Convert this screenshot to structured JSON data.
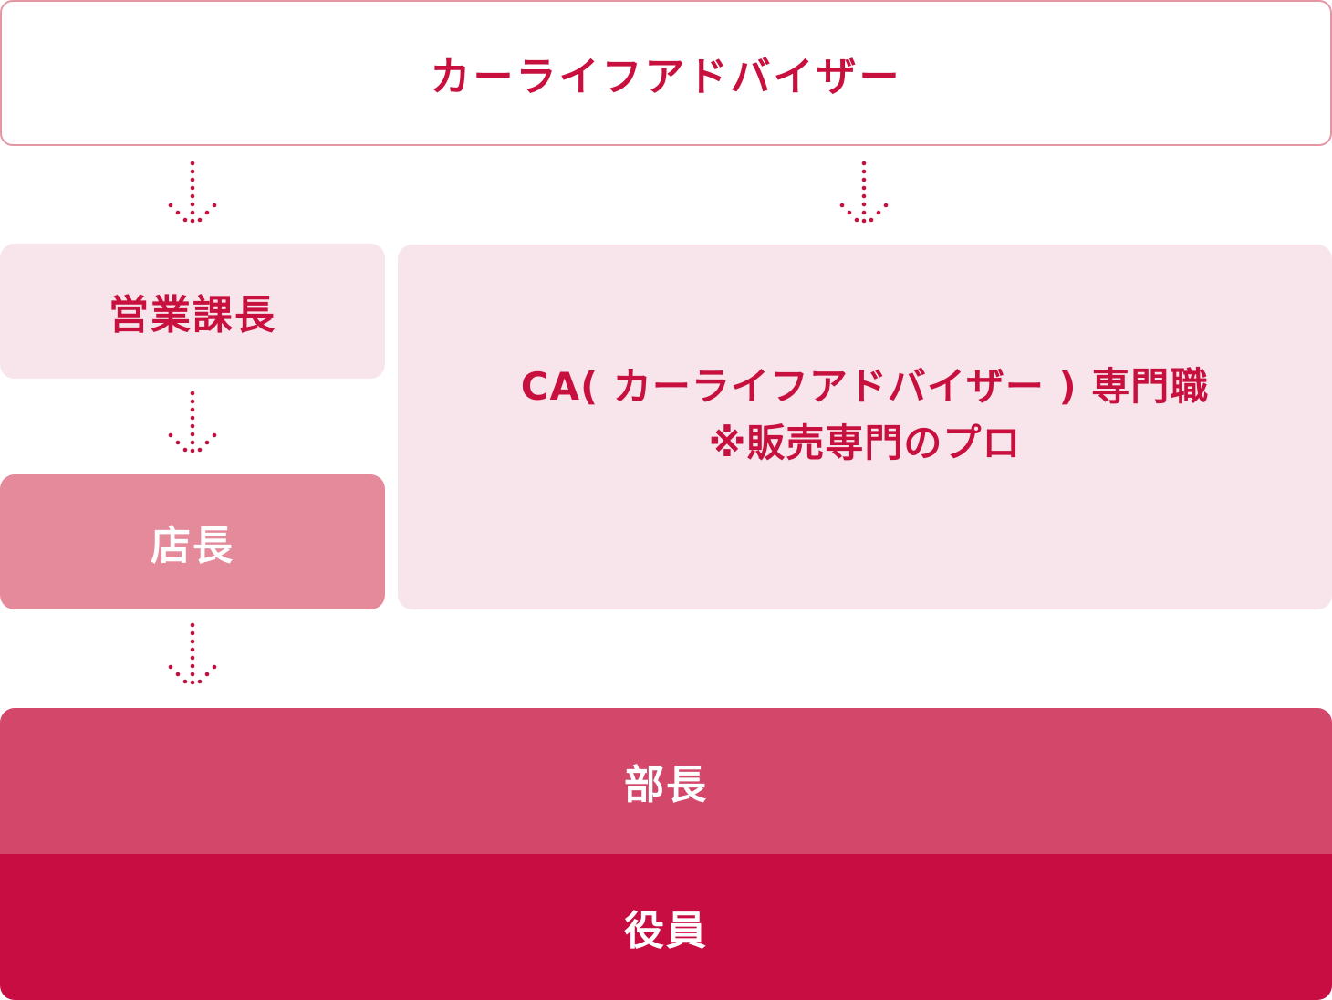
{
  "diagram": {
    "start": "カーライフアドバイザー",
    "left_path": [
      "営業課長",
      "店長"
    ],
    "specialist": {
      "line1": "CA( カーライフアドバイザー ) 専門職",
      "line2": "※販売専門のプロ"
    },
    "top_roles": [
      "部長",
      "役員"
    ]
  },
  "colors": {
    "accent": "#c8103f",
    "light_box": "#f7e5eb",
    "store_manager_box": "#e48a9a",
    "department_head_box": "#d2476a",
    "executive_box": "#c70d42",
    "top_border": "#e596a5"
  },
  "icons": [
    "dotted-down-arrow-icon"
  ]
}
